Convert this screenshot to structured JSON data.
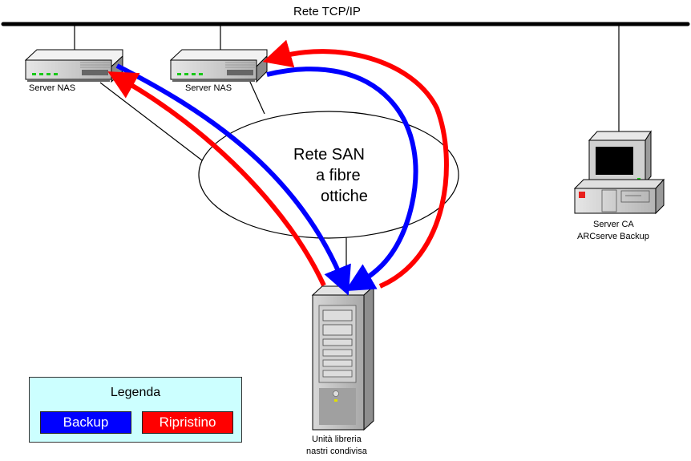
{
  "network": {
    "tcp_label": "Rete TCP/IP"
  },
  "san": {
    "line1": "Rete SAN",
    "line2": "a fibre",
    "line3": "ottiche"
  },
  "nodes": {
    "nas1": {
      "label": "Server NAS"
    },
    "nas2": {
      "label": "Server NAS"
    },
    "ca_server": {
      "line1": "Server CA",
      "line2": "ARCserve Backup"
    },
    "library": {
      "line1": "Unità libreria",
      "line2": "nastri condivisa"
    }
  },
  "legend": {
    "title": "Legenda",
    "items": [
      {
        "label": "Backup",
        "color": "#0000ff"
      },
      {
        "label": "Ripristino",
        "color": "#ff0000"
      }
    ]
  },
  "colors": {
    "backup": "#0000ff",
    "restore": "#ff0000",
    "legend_bg": "#ccffff"
  }
}
